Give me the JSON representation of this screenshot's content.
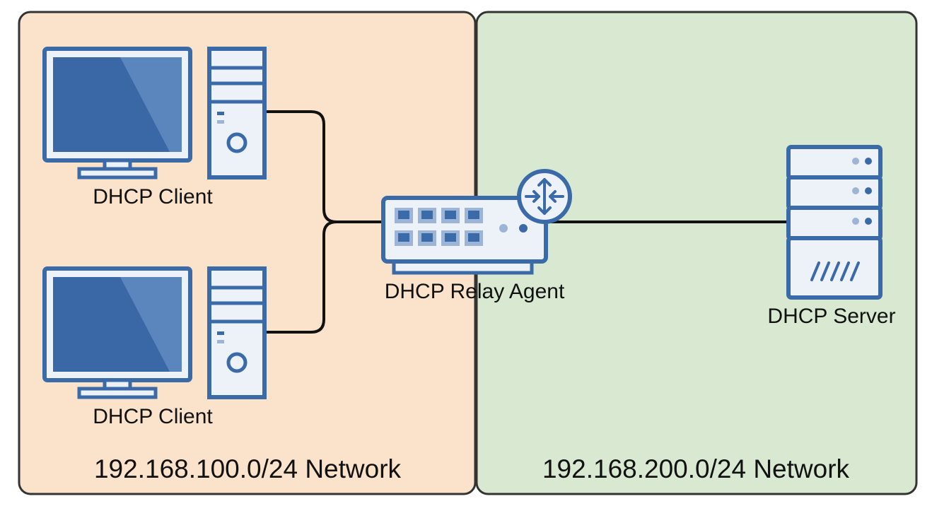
{
  "networks": [
    {
      "label": "192.168.100.0/24 Network",
      "fill": "#fbe3cb"
    },
    {
      "label": "192.168.200.0/24 Network",
      "fill": "#d8e8d1"
    }
  ],
  "clients": [
    {
      "label": "DHCP Client"
    },
    {
      "label": "DHCP Client"
    }
  ],
  "relay": {
    "label": "DHCP Relay Agent"
  },
  "server": {
    "label": "DHCP Server"
  },
  "colors": {
    "icon_stroke": "#3a6aa7",
    "screen": "#3a68a6",
    "icon_fill": "#edf1f8",
    "link": "#111111",
    "border": "#333333"
  }
}
